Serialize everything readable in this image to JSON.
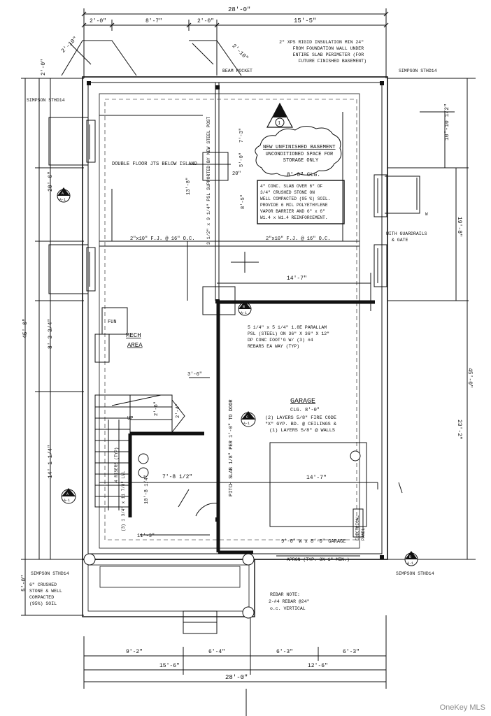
{
  "dimensions": {
    "top_overall": "28'-0\"",
    "top_right": "15'-5\"",
    "top_seg_1": "2'-0\"",
    "top_seg_2": "8'-7\"",
    "top_seg_3": "2'-0\"",
    "angle_left_1": "2'-10\"",
    "angle_left_2": "2'-0\"",
    "angle_right": "2'-10\"",
    "left_overall": "45'-0\"",
    "left_upper": "20'-6\"",
    "left_mid": "8'-3 3/4\"",
    "left_lower": "14'-1 1/4\"",
    "left_bottom": "5'-0\"",
    "right_overall": "45'-0\"",
    "right_upper": "19'-8\"",
    "right_mid": "23'-2\"",
    "right_small": "10'-10 1/2\"",
    "bottom_seg_1": "9'-2\"",
    "bottom_seg_2": "6'-4\"",
    "bottom_seg_3": "6'-3\"",
    "bottom_seg_4": "6'-3\"",
    "bottom_left": "15'-6\"",
    "bottom_right": "12'-6\"",
    "bottom_overall": "28'-0\"",
    "inner_14_7_upper": "14'-7\"",
    "inner_14_7_lower": "14'-7\"",
    "inner_13_8": "13'-8\"",
    "inner_8_5": "8'-5\"",
    "inner_7_3": "7'-3\"",
    "inner_5_0": "5'-0\"",
    "inner_20": "20\"",
    "inner_3_6": "3'-6\"",
    "inner_7_8": "7'-8 1/2\"",
    "inner_10_8": "10'-8 1/4\"",
    "inner_11_3": "11'-3\"",
    "inner_2_6": "2'-6\"",
    "inner_2_4": "2'-4\""
  },
  "notes": {
    "insulation": [
      "2\" XPS RIGID INSULATION MIN 24\"",
      "FROM FOUNDATION WALL UNDER",
      "ENTIRE SLAB PERIMETER (FOR",
      "FUTURE FINISHED BASEMENT)"
    ],
    "beam_pocket": "BEAM POCKET",
    "simpson_tl": "SIMPSON STHD14",
    "simpson_tr": "SIMPSON STHD14",
    "simpson_bl": "SIMPSON STHD14",
    "simpson_br": "SIMPSON STHD14",
    "basement_title": "NEW UNFINISHED BASEMENT",
    "basement_sub": [
      "UNCONDITIONED SPACE FOR",
      "STORAGE ONLY"
    ],
    "ceiling_height": "8'-0\" CLG.",
    "slab_note": [
      "4\" CONC. SLAB OVER 6\" OF",
      "3/4\" CRUSHED STONE ON",
      "WELL COMPACTED (95 %) SOIL.",
      "PROVIDE 6 MIL POLYETHYLENE",
      "VAPOR BARRIER AND 6\" x 6\"",
      "W1.4 x W1.4 REINFORCEMENT."
    ],
    "double_floor_joists": "DOUBLE FLOOR JTS BELOW ISLAND",
    "joists_left": "2\"x10\" F.J. @ 16\" O.C.",
    "joists_right": "2\"x10\" F.J. @ 16\" O.C.",
    "beam_vertical": "3 1/2\" x 9 1/4\" PSL SUPPORTED BY NEW STEEL POST",
    "guardrails": [
      "WITH GUARDRAILS",
      "& GATE"
    ],
    "parallam": [
      "5 1/4\" x 5 1/4\" 1.8E PARALLAM",
      "PSL (STEEL) ON 36\" X 36\" X 12\"",
      "DP CONC FOOT'G W/ (3) #4",
      "REBARS EA WAY (TYP)"
    ],
    "fun": "FUN",
    "mech_1": "MECH",
    "mech_2": "AREA",
    "garage_title": "GARAGE",
    "garage_clg": "CLG. 8'-0\"",
    "garage_fire": [
      "(2) LAYERS 5/8\" FIRE CODE",
      "\"X\" GYP. BD. @ CEILINGS &",
      "(1) LAYERS 5/8\" @ WALLS"
    ],
    "pitch_slab": "PITCH SLAB 1/8\" PER 1'-0\" TO DOOR",
    "stair_note_1": "4 RISERS (TYP)",
    "stair_note_2": "UP",
    "stair_side": "(3) 1 3/4\" x 11 7/8\" LVL",
    "garage_door": "9'-0\" W x 8'-0\" GARAGE",
    "apron": "APRON (TYP. 3% 1\" MIN.)",
    "electrical": [
      "ELECTRICAL",
      "PANEL"
    ],
    "crushed_stone": [
      "6\" CRUSHED",
      "STONE & WELL",
      "COMPACTED",
      "(95%) SOIL"
    ],
    "rebar_note": [
      "REBAR NOTE:",
      "2-#4 REBAR @24\"",
      "o.c. VERTICAL"
    ],
    "w_label": "W",
    "tag_1": "1"
  },
  "markers": {
    "a_top": "A",
    "a_sub": "A-1",
    "b_top": "A",
    "b_sub": "A-1",
    "c_top": "B",
    "c_sub": "A-1",
    "d_top": "C",
    "d_sub": "A-1",
    "e_top": "B",
    "e_sub": "A-1"
  },
  "watermark": "OneKey MLS"
}
